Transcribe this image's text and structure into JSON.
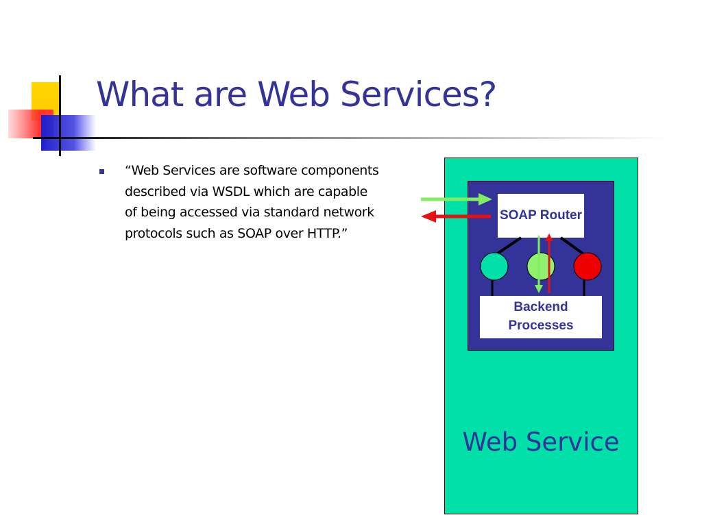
{
  "slide": {
    "title": "What are Web Services?",
    "bullets": [
      "“Web Services are software components described via WSDL which are capable of being accessed via standard network protocols such as SOAP over HTTP.”"
    ]
  },
  "diagram": {
    "container_label": "Web Service",
    "soap_router_label": "SOAP Router",
    "backend_label": "Backend Processes",
    "colors": {
      "container_fill": "#00e0a8",
      "inner_fill": "#333399",
      "request_arrow": "#80ee60",
      "response_arrow": "#e81010",
      "label_text": "#333399"
    },
    "nodes": [
      "teal-circle",
      "green-circle",
      "red-circle"
    ]
  }
}
